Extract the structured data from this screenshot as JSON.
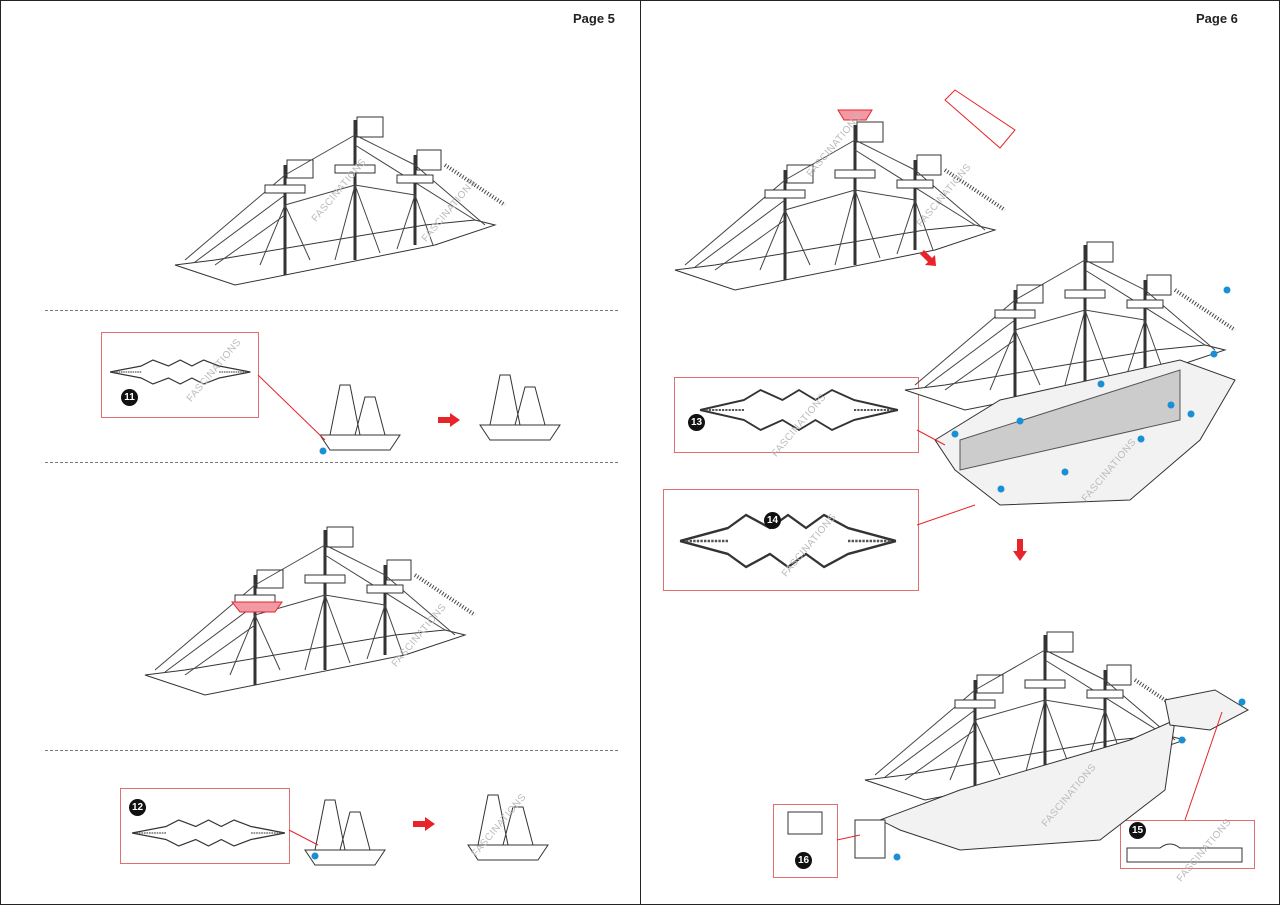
{
  "pages": [
    {
      "label": "Page 5",
      "steps": [
        "11",
        "12"
      ]
    },
    {
      "label": "Page 6",
      "steps": [
        "13",
        "14",
        "15",
        "16"
      ]
    }
  ],
  "watermark": "FASCINATIONS",
  "colors": {
    "highlight": "#e8232a",
    "dot": "#1a8fd6",
    "box_border": "#e07070",
    "line": "#333333"
  }
}
